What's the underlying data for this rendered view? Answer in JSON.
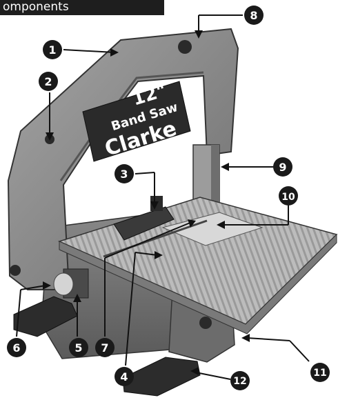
{
  "header": {
    "title": "omponents"
  },
  "machine": {
    "badge_size": "12\"",
    "badge_type": "Band Saw",
    "badge_brand": "Clarke"
  },
  "callouts": {
    "c1": "1",
    "c2": "2",
    "c3": "3",
    "c4": "4",
    "c5": "5",
    "c6": "6",
    "c7": "7",
    "c8": "8",
    "c9": "9",
    "c10": "10",
    "c11": "11",
    "c12": "12"
  },
  "colors": {
    "callout_fill": "#1a1a1a",
    "callout_text": "#ffffff",
    "body": "#8d8d8d",
    "body_dark": "#4a4a4a",
    "table": "#b8b8b8",
    "badge": "#2a2a2a"
  }
}
